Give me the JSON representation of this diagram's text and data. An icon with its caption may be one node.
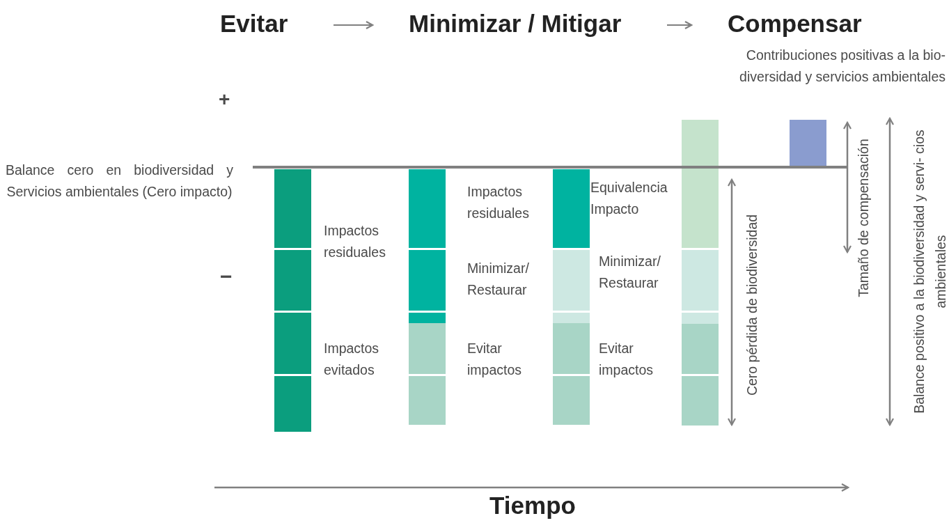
{
  "diagram": {
    "nodes": [
      {
        "text": [
          "Evitar"
        ]
      },
      {
        "text": [
          "Minimizar / Mitigar"
        ]
      },
      {
        "text": [
          "Compensar"
        ]
      }
    ],
    "edges": [
      {
        "from": 0,
        "to": 1,
        "arrow": "to"
      },
      {
        "from": 1,
        "to": 2,
        "arrow": "to"
      }
    ],
    "labels": [
      "Contribuciones positivas a la bio- diversidad y servicios ambientales",
      "+",
      "Balance cero en biodiversidad y Servicios ambientales (Cero impacto)",
      "Tamaño de compensación",
      "Balance positivo a la biodiversidad y servi- cios ambientales",
      "Impactos residuales",
      "Equivalencia Impacto",
      "Cero pérdida de biodiversidad",
      "Impactos residuales",
      "Minimizar/ Restaurar",
      "Minimizar/ Restaurar",
      "−",
      "Impactos evitados",
      "Evitar impactos",
      "Evitar impactos",
      "Tiempo"
    ]
  }
}
